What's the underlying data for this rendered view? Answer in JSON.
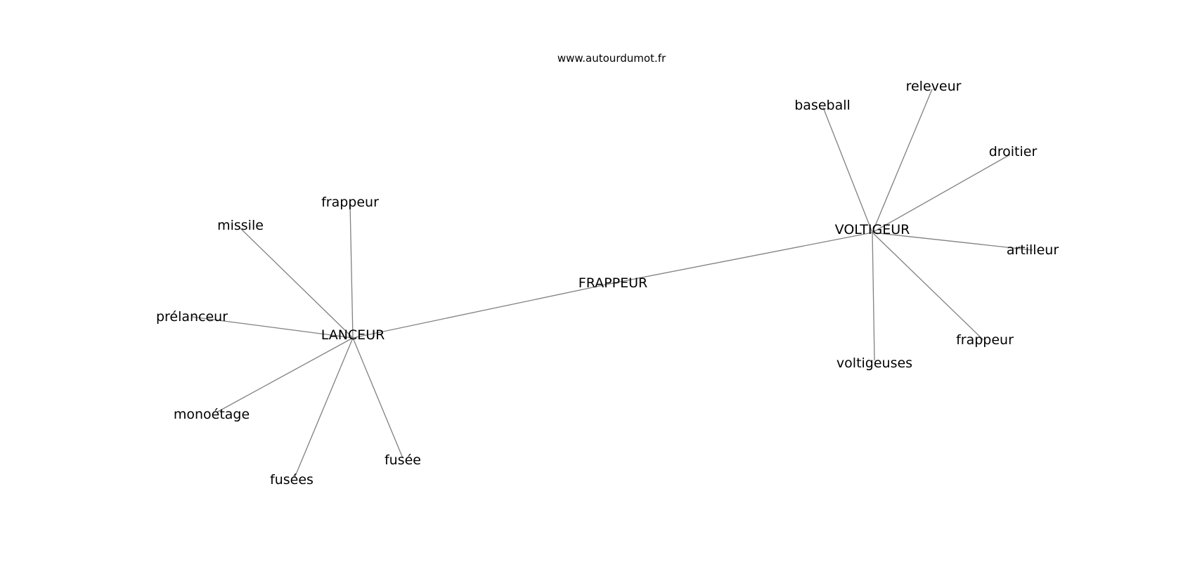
{
  "watermark": "www.autourdumot.fr",
  "colors": {
    "edge": "#808080",
    "text": "#000000",
    "background": "#ffffff"
  },
  "nodes": [
    {
      "id": "frappeur_center",
      "label": "FRAPPEUR"
    },
    {
      "id": "lanceur",
      "label": "LANCEUR"
    },
    {
      "id": "voltigeur",
      "label": "VOLTIGEUR"
    },
    {
      "id": "frappeur_l",
      "label": "frappeur"
    },
    {
      "id": "missile",
      "label": "missile"
    },
    {
      "id": "prelanceur",
      "label": "prélanceur"
    },
    {
      "id": "monoetage",
      "label": "monoétage"
    },
    {
      "id": "fusees",
      "label": "fusées"
    },
    {
      "id": "fusee",
      "label": "fusée"
    },
    {
      "id": "baseball",
      "label": "baseball"
    },
    {
      "id": "releveur",
      "label": "releveur"
    },
    {
      "id": "droitier",
      "label": "droitier"
    },
    {
      "id": "artilleur",
      "label": "artilleur"
    },
    {
      "id": "frappeur_r",
      "label": "frappeur"
    },
    {
      "id": "voltigeuses",
      "label": "voltigeuses"
    }
  ],
  "edges": [
    [
      "lanceur",
      "frappeur_center"
    ],
    [
      "frappeur_center",
      "voltigeur"
    ],
    [
      "lanceur",
      "frappeur_l"
    ],
    [
      "lanceur",
      "missile"
    ],
    [
      "lanceur",
      "prelanceur"
    ],
    [
      "lanceur",
      "monoetage"
    ],
    [
      "lanceur",
      "fusees"
    ],
    [
      "lanceur",
      "fusee"
    ],
    [
      "voltigeur",
      "baseball"
    ],
    [
      "voltigeur",
      "releveur"
    ],
    [
      "voltigeur",
      "droitier"
    ],
    [
      "voltigeur",
      "artilleur"
    ],
    [
      "voltigeur",
      "frappeur_r"
    ],
    [
      "voltigeur",
      "voltigeuses"
    ]
  ]
}
